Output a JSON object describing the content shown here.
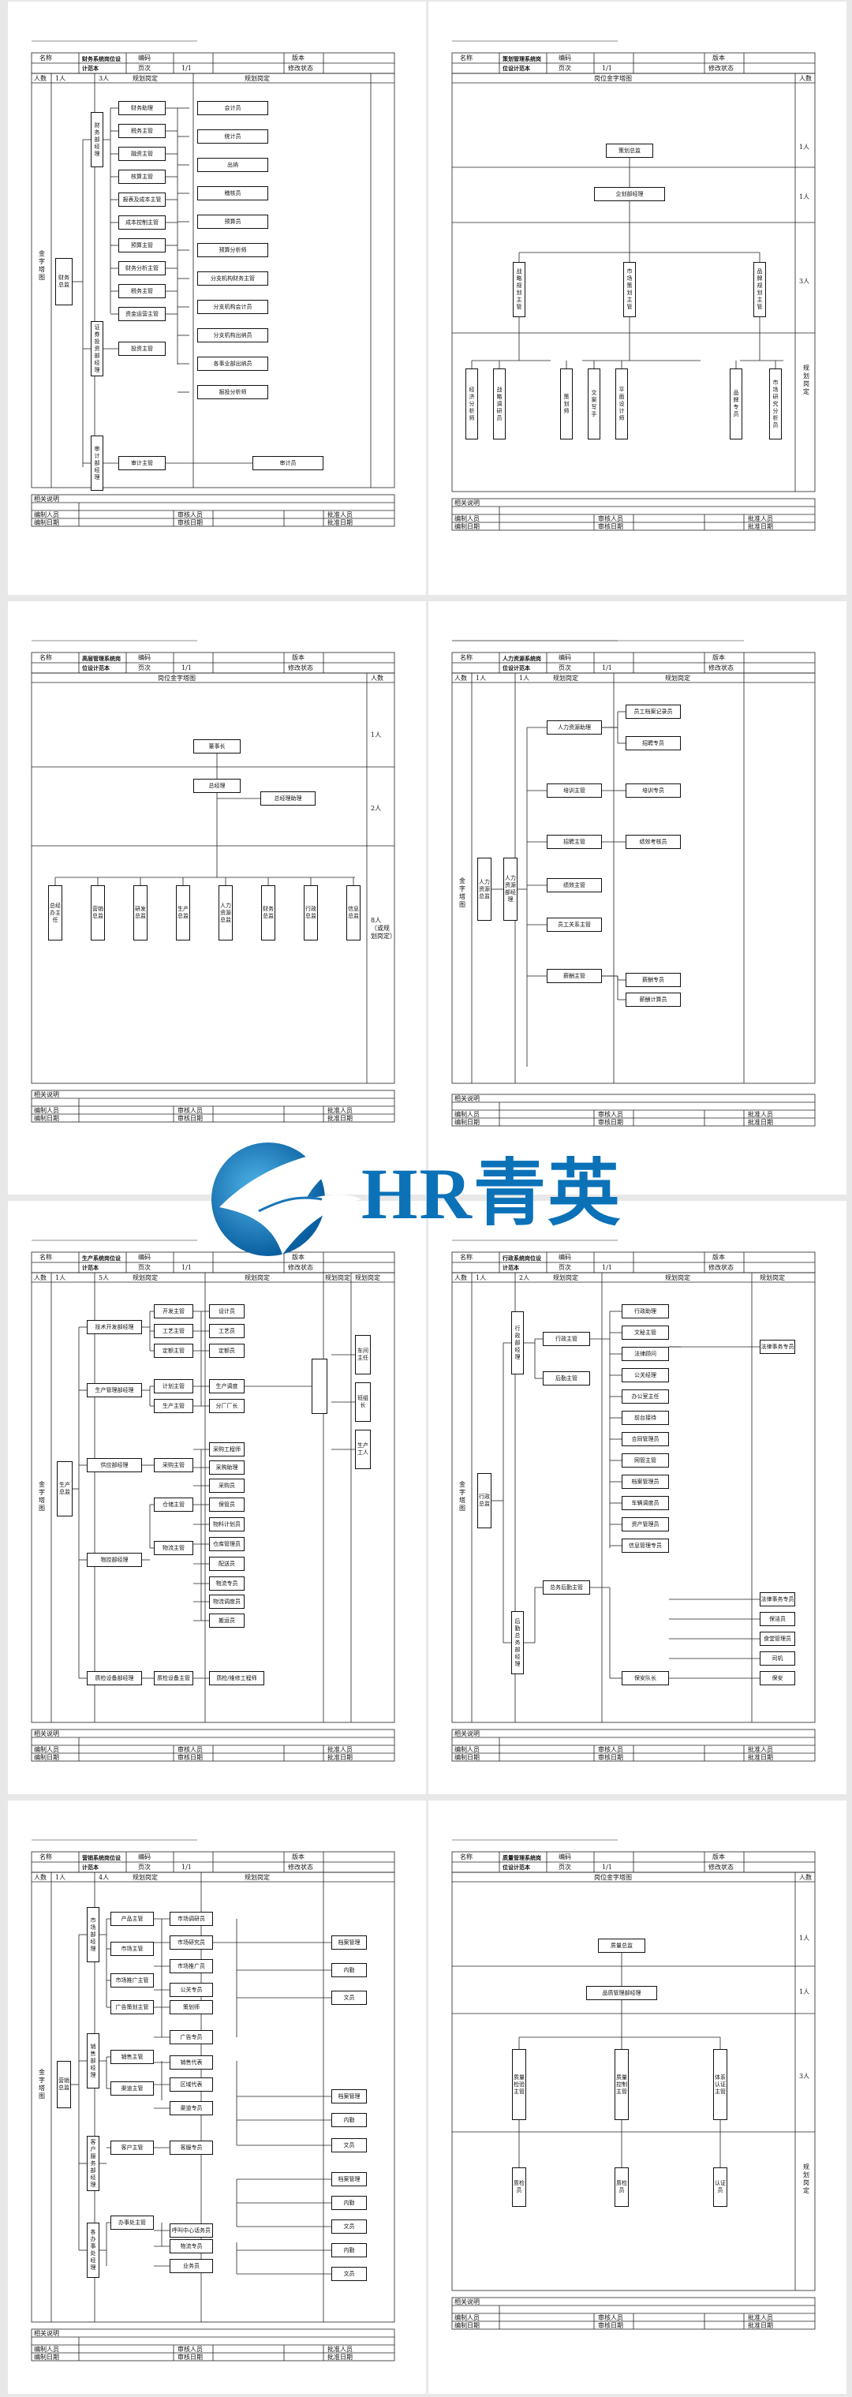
{
  "labels": {
    "name": "名称",
    "code": "编码",
    "version": "版本",
    "page": "页次",
    "page_val": "1/1",
    "revise": "修改状态",
    "headcount": "人数",
    "structure": "岗位金字塔图",
    "fixed_staff": "规划岗定",
    "all_staff": "全字塔图",
    "notes": "相关说明",
    "writer": "编制人员",
    "review": "审核人员",
    "approve": "批准人员",
    "write_date": "编制日期",
    "review_date": "审核日期",
    "approve_date": "批准日期"
  },
  "pages": {
    "finance": {
      "title": "财务系统岗位设计范本",
      "h1": "1人",
      "h2": "3人",
      "side": "金字塔图",
      "top": "财务总监",
      "mid": [
        "财务部经理",
        "证券投资部经理",
        "审计部经理"
      ],
      "subs": [
        "财务助理",
        "税务主管",
        "融资主管",
        "核算主管",
        "报表及成本主管",
        "成本控制主管",
        "预算主管",
        "财务分析主管",
        "税务主管",
        "资金运营主管"
      ],
      "leaves": [
        "会计员",
        "统计员",
        "出纳",
        "稽核员",
        "预算员",
        "预算分析师",
        "分支机构财务主管",
        "分支机构会计员",
        "分支机构出纳员",
        "各事业部出纳员",
        "报投分析师"
      ],
      "inv_sub": "投资主管",
      "aud_sub": "审计主管",
      "aud_leaf": "审计员"
    },
    "strategy": {
      "title": "策划管理系统岗位设计范本",
      "c1": "1人",
      "c2": "1人",
      "c3": "3人",
      "c4": "规划岗定",
      "top": "策划总监",
      "mid": "企划部经理",
      "subs": [
        "战略规划主管",
        "市场策划主管",
        "品牌规划主管"
      ],
      "leaves": [
        "经济分析师",
        "战略调研员",
        "策划师",
        "文案写手",
        "平面设计师",
        "品牌专员",
        "市场研究分析员"
      ]
    },
    "executive": {
      "title": "高层管理系统岗位设计范本",
      "c1": "1人",
      "c2": "2人",
      "c3": "8人（或规划岗定）",
      "top": "董事长",
      "gm": "总经理",
      "asst": "总经理助理",
      "subs": [
        "总经办主任",
        "营销总监",
        "研发总监",
        "生产总监",
        "人力资源总监",
        "财务总监",
        "行政总监",
        "信息总监"
      ]
    },
    "hr": {
      "title": "人力资源系统岗位设计范本",
      "h1": "1人",
      "h2": "1人",
      "side": "金字塔图",
      "top": "人力资源总监",
      "mid": "人力资源部经理",
      "subs": [
        "人力资源助理",
        "培训主管",
        "招聘主管",
        "绩效主管",
        "员工关系主管",
        "薪酬主管"
      ],
      "leaves": [
        "员工档案记录员",
        "招聘专员",
        "培训专员",
        "绩效考核员",
        "薪酬专员",
        "薪酬计算员"
      ]
    },
    "production": {
      "title": "生产系统岗位设计范本",
      "h1": "1人",
      "h2": "5人",
      "side": "金字塔图",
      "top": "生产总监",
      "mid": [
        "技术开发部经理",
        "生产管理部经理",
        "供应部经理",
        "物控部经理",
        "质检设备部经理"
      ],
      "subs": [
        "开发主管",
        "工艺主管",
        "定额主管",
        "计划主管",
        "生产主管",
        "采购主管",
        "仓储主管",
        "物流主管",
        "质检设备主管"
      ],
      "leaves": [
        "设计员",
        "工艺员",
        "定额员",
        "生产调度",
        "分厂厂长",
        "采购工程师",
        "采购助理",
        "采购员",
        "保管员",
        "物料计划员",
        "仓库管理员",
        "配送员",
        "物流专员",
        "物流调度员",
        "搬运员",
        "质检/维修工程师"
      ],
      "right": [
        "车间主任",
        "班组长",
        "生产工人"
      ]
    },
    "admin": {
      "title": "行政系统岗位设计范本",
      "h1": "1人",
      "h2": "2人",
      "side": "金字塔图",
      "top": "行政总监",
      "mid": [
        "行政部经理",
        "后勤总务部经理"
      ],
      "subs": [
        "行政主管",
        "后勤主管",
        "总务后勤主管"
      ],
      "leaves": [
        "行政助理",
        "文秘主管",
        "法律顾问",
        "公关经理",
        "办公室主任",
        "前台接待",
        "合同管理员",
        "网管主管",
        "档案管理员",
        "车辆调度员",
        "资产管理员",
        "信息管理专员"
      ],
      "right": [
        "法律事务专员",
        "保洁员",
        "食堂管理员",
        "司机",
        "保安"
      ],
      "bottom": "保安队长"
    },
    "marketing": {
      "title": "营销系统岗位设计范本",
      "h1": "1人",
      "h2": "4人",
      "side": "金字塔图",
      "top": "营销总监",
      "mid": [
        "市场部经理",
        "销售部经理",
        "客户服务部经理",
        "各办事处经理"
      ],
      "subs": [
        "产品主管",
        "市场主管",
        "市场推广主管",
        "广告策划主管",
        "销售主管",
        "渠道主管",
        "客户主管",
        "办事处主管"
      ],
      "leaves": [
        "市场调研员",
        "市场研究员",
        "市场推广员",
        "公关专员",
        "策划师",
        "广告专员",
        "销售代表",
        "区域代表",
        "渠道专员",
        "客服专员",
        "呼叫中心话务员",
        "物流专员",
        "业务员"
      ],
      "right": [
        "档案管理",
        "内勤",
        "文员"
      ]
    },
    "quality": {
      "title": "质量管理系统岗位设计范本",
      "c1": "1人",
      "c2": "1人",
      "c3": "3人",
      "c4": "规划岗定",
      "top": "质量总监",
      "mid": "品质管理部经理",
      "subs": [
        "质量检验主管",
        "质量控制主管",
        "体系认证主管"
      ],
      "leaves": [
        "质检员",
        "质检员",
        "认证员"
      ]
    }
  },
  "watermark": {
    "text": "HR青英"
  }
}
